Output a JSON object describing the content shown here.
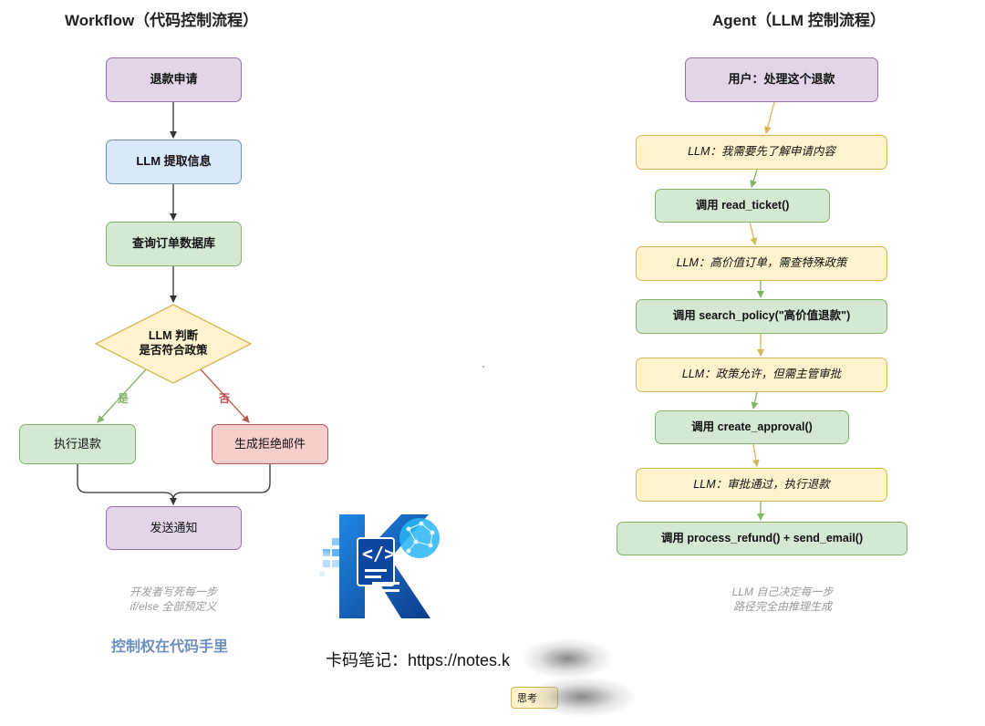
{
  "workflow": {
    "title": "Workflow（代码控制流程）",
    "nodes": {
      "refund_request": "退款申请",
      "llm_extract": "LLM 提取信息",
      "query_db": "查询订单数据库",
      "decision": "LLM 判断\n是否符合政策",
      "execute_refund": "执行退款",
      "reject_email": "生成拒绝邮件",
      "send_notice": "发送通知"
    },
    "edge_labels": {
      "yes": "是",
      "no": "否"
    },
    "note": "开发者写死每一步\nif/else 全部预定义",
    "emphasis": "控制权在代码手里"
  },
  "agent": {
    "title": "Agent（LLM 控制流程）",
    "nodes": {
      "user": "用户：处理这个退款",
      "llm1": "LLM：我需要先了解申请内容",
      "call1": "调用 read_ticket()",
      "llm2": "LLM：高价值订单，需查特殊政策",
      "call2": "调用 search_policy(\"高价值退款\")",
      "llm3": "LLM：政策允许，但需主管审批",
      "call3": "调用 create_approval()",
      "llm4": "LLM：审批通过，执行退款",
      "call4": "调用 process_refund() + send_email()"
    },
    "note": "LLM 自己决定每一步\n路径完全由推理生成"
  },
  "watermark": {
    "text": "卡码笔记：https://notes.k",
    "think_label": "思考"
  },
  "colors": {
    "purple_fill": "#e1d5e7",
    "purple_border": "#9673a6",
    "blue_fill": "#dae8fc",
    "blue_border": "#6c8ebf",
    "green_fill": "#d5e8d4",
    "green_border": "#82b366",
    "red_fill": "#f8cecc",
    "red_border": "#b85450",
    "yellow_fill": "#fff2cc",
    "yellow_border": "#d6b656",
    "emphasis": "#6c8ebf"
  }
}
